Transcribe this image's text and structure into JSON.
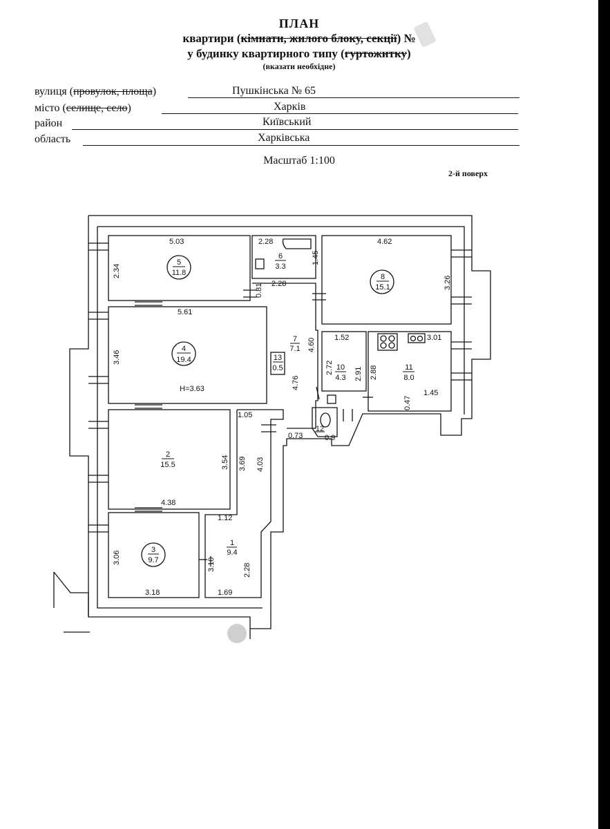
{
  "header": {
    "title": "ПЛАН",
    "line2_pre": "квартири (",
    "line2_strike": "кімнати, жилого блоку, секції",
    "line2_post": ") №",
    "line3_pre": "у будинку квартирного типу (",
    "line3_strike": "гуртожитку",
    "line3_post": ")",
    "note": "(вказати необхідне)"
  },
  "fields": [
    {
      "label_pre": "вулиця (",
      "label_strike": "провулок, площа",
      "label_post": ")",
      "value": "Пушкінська  №  65"
    },
    {
      "label_pre": "місто (",
      "label_strike": "селище, село",
      "label_post": ")",
      "value": "Харків"
    },
    {
      "label_pre": "район",
      "label_strike": "",
      "label_post": "",
      "value": "Київський"
    },
    {
      "label_pre": "область",
      "label_strike": "",
      "label_post": "",
      "value": "Харківська"
    }
  ],
  "scale": "Масштаб 1:100",
  "floor": "2-й поверх",
  "rooms": [
    {
      "number": "5",
      "area": "11.8"
    },
    {
      "number": "6",
      "area": "3.3"
    },
    {
      "number": "8",
      "area": "15.1"
    },
    {
      "number": "4",
      "area": "19.4"
    },
    {
      "number": "7",
      "area": "7.1"
    },
    {
      "number": "13",
      "area": "0.5"
    },
    {
      "number": "10",
      "area": "4.3"
    },
    {
      "number": "11",
      "area": "8.0"
    },
    {
      "number": "12",
      "area": ""
    },
    {
      "number": "2",
      "area": "15.5"
    },
    {
      "number": "1",
      "area": "9.4"
    },
    {
      "number": "3",
      "area": "9.7"
    }
  ],
  "height_note": "H=3.63",
  "dimensions": {
    "d503": "5.03",
    "d234": "2.34",
    "d228a": "2.28",
    "d145a": "1.45",
    "d081": "0.81",
    "d228b": "2.28",
    "d462": "4.62",
    "d326": "3.26",
    "d561": "5.61",
    "d346": "3.46",
    "d460": "4.60",
    "d476": "4.76",
    "d152": "1.52",
    "d301": "3.01",
    "d272": "2.72",
    "d291": "2.91",
    "d288": "2.88",
    "d047": "0.47",
    "d145b": "1.45",
    "d105": "1.05",
    "d073": "0.73",
    "d09": "0.9",
    "d354": "3.54",
    "d369": "3.69",
    "d403": "4.03",
    "d438": "4.38",
    "d112": "1.12",
    "d306": "3.06",
    "d310": "3.10",
    "d228c": "2.28",
    "d318": "3.18",
    "d169": "1.69"
  }
}
